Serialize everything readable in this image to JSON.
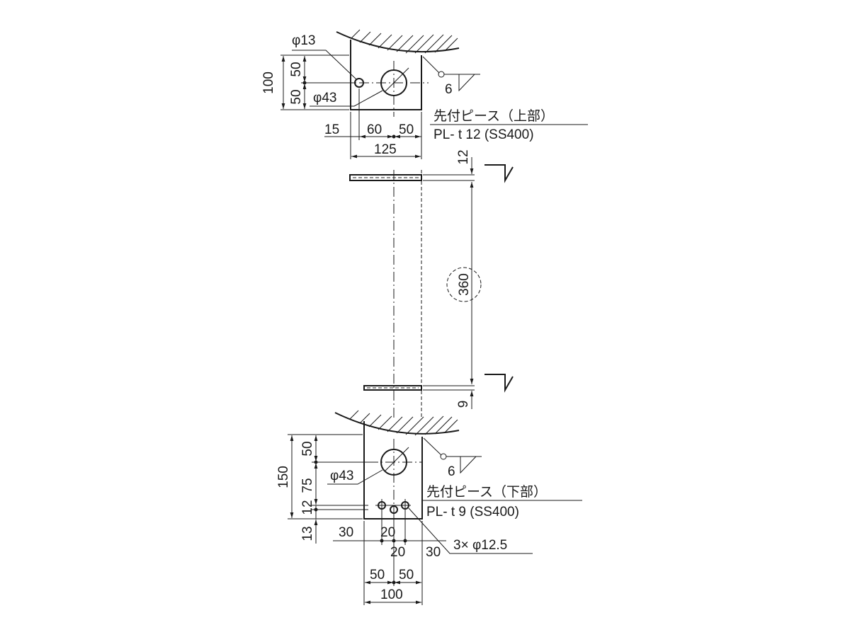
{
  "upper_piece": {
    "title": "先付ピース（上部）",
    "spec": "PL- t 12 (SS400)",
    "small_hole": "φ13",
    "large_hole": "φ43",
    "dims_vertical": [
      "100",
      "50",
      "50"
    ],
    "dims_horizontal": [
      "15",
      "60",
      "50",
      "125"
    ],
    "weld_size": "6"
  },
  "lower_piece": {
    "title": "先付ピース（下部）",
    "spec": "PL- t 9 (SS400)",
    "large_hole": "φ43",
    "bolt_holes": "3× φ12.5",
    "dims_vertical": [
      "150",
      "50",
      "75",
      "12",
      "13"
    ],
    "dims_horizontal": [
      "30",
      "20",
      "20",
      "30",
      "50",
      "50",
      "100"
    ],
    "weld_size": "6"
  },
  "section_view": {
    "top_thickness": "12",
    "spacing": "360",
    "bottom_thickness": "9"
  }
}
